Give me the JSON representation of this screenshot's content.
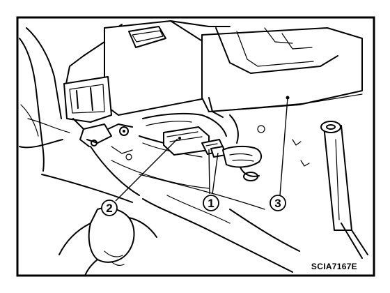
{
  "figure": {
    "code": "SCIA7167E"
  },
  "callouts": [
    {
      "number": "1"
    },
    {
      "number": "2"
    },
    {
      "number": "3"
    }
  ]
}
